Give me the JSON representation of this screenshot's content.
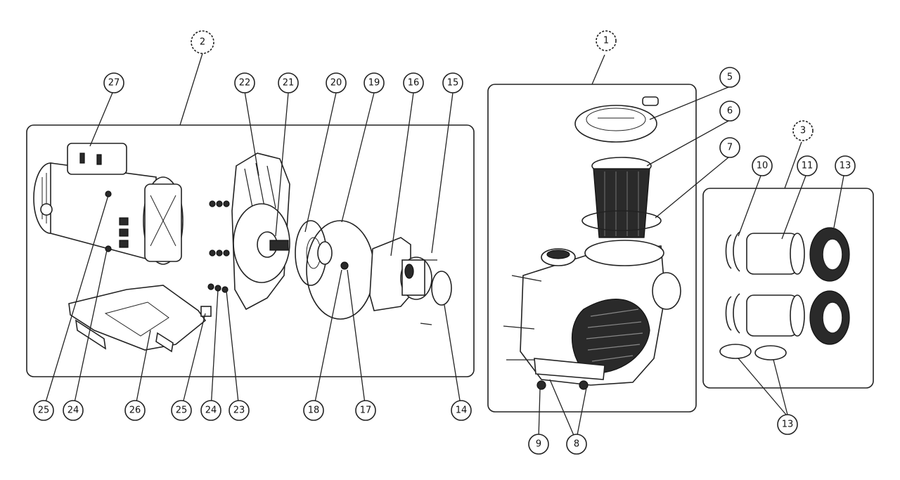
{
  "callouts": {
    "c1": "1",
    "c2": "2",
    "c3": "3",
    "c5": "5",
    "c6": "6",
    "c7": "7",
    "c8": "8",
    "c9": "9",
    "c10": "10",
    "c11": "11",
    "c13a": "13",
    "c13b": "13",
    "c14": "14",
    "c15": "15",
    "c16": "16",
    "c17": "17",
    "c18": "18",
    "c19": "19",
    "c20": "20",
    "c21": "21",
    "c22": "22",
    "c23": "23",
    "c24a": "24",
    "c24b": "24",
    "c25a": "25",
    "c25b": "25",
    "c26": "26",
    "c27": "27"
  }
}
